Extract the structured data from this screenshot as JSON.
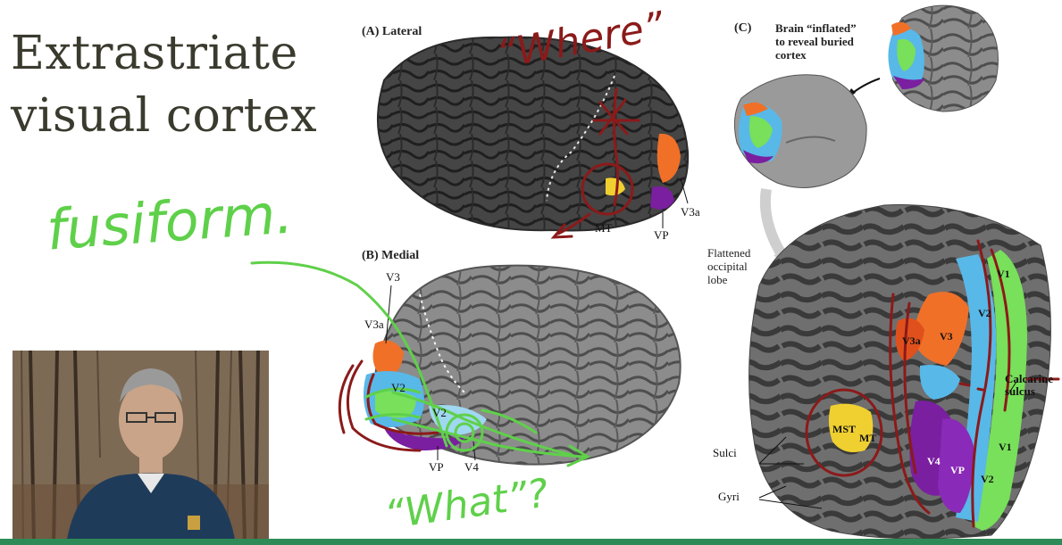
{
  "slide": {
    "title_line1": "Extrastriate",
    "title_line2": "visual cortex"
  },
  "panels": {
    "lateral_label": "(A)  Lateral",
    "medial_label": "(B)  Medial",
    "inflated_label": "(C)",
    "inflated_desc_1": "Brain “inflated”",
    "inflated_desc_2": "to reveal buried",
    "inflated_desc_3": "cortex",
    "flattened_desc_1": "Flattened",
    "flattened_desc_2": "occipital",
    "flattened_desc_3": "lobe"
  },
  "labels": {
    "lateral_v3a": "V3a",
    "lateral_vp": "VP",
    "lateral_mt": "MT",
    "medial_v3": "V3",
    "medial_v3a": "V3a",
    "medial_v2_top": "V2",
    "medial_v2_bottom": "V2",
    "medial_vp": "VP",
    "medial_v4": "V4",
    "flat_v1_top": "V1",
    "flat_v2_top": "V2",
    "flat_v3a": "V3a",
    "flat_v3": "V3",
    "flat_mst": "MST",
    "flat_mt": "MT",
    "flat_v4": "V4",
    "flat_vp": "VP",
    "flat_v1_bottom": "V1",
    "flat_v2_bottom": "V2",
    "calcarine_1": "Calcarine",
    "calcarine_2": "sulcus",
    "sulci": "Sulci",
    "gyri": "Gyri"
  },
  "annotations": {
    "where": "“Where”",
    "what": "“What”?",
    "fusiform": "fusiform."
  },
  "colors": {
    "ink_red": "#8b1a1a",
    "ink_green": "#5fd04a",
    "brain_dark": "#3c3c3c",
    "brain_light": "#8a8a8a",
    "v1_green": "#78e05a",
    "v2_blue": "#58b8e8",
    "v3_orange": "#f07028",
    "vp_purple": "#7a1fa0",
    "mt_yellow": "#f0d030"
  },
  "webcam": {
    "description_icon": "presenter-video-icon"
  }
}
